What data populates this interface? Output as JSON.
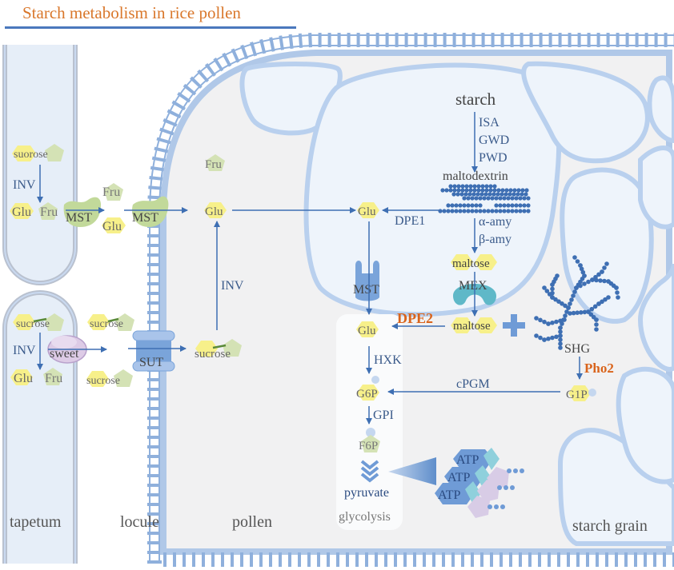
{
  "title": "Starch metabolism in rice pollen",
  "colors": {
    "title": "#d9772b",
    "accent_blue": "#3e6fb3",
    "highlight_orange": "#d9641c",
    "glucose_yellow": "#f7f08a",
    "fructose_green": "#d4e2b5",
    "membrane": "#9dbbe2",
    "cell_fill": "#f1f1f2",
    "organelle_fill": "#eef4fb"
  },
  "regions": {
    "tapetum": "tapetum",
    "locule": "locule",
    "pollen": "pollen",
    "starch_grain": "starch grain",
    "glycolysis": "glycolysis"
  },
  "tapetum": {
    "upper": {
      "sucrose": "suorose",
      "enzyme": "INV",
      "glu": "Glu",
      "fru": "Fru"
    },
    "lower": {
      "sucrose": "sucrose",
      "enzyme": "INV",
      "glu": "Glu",
      "fru": "Fru"
    }
  },
  "transporters": {
    "mst_tapetum": "MST",
    "mst_pollen": "MST",
    "sweet": "sweet",
    "sut": "SUT",
    "mst_amyloplast": "MST",
    "mex": "MEX"
  },
  "locule": {
    "fru": "Fru",
    "glu": "Glu",
    "sucrose_1": "sucrose",
    "sucrose_2": "sucrose"
  },
  "pollen": {
    "fru": "Fru",
    "glu": "Glu",
    "inv": "INV",
    "sucrose": "sucrose"
  },
  "amyloplast": {
    "starch": "starch",
    "enzymes_1": [
      "ISA",
      "GWD",
      "PWD"
    ],
    "maltodextrin": "maltodextrin",
    "dpe1": "DPE1",
    "glu": "Glu",
    "enzymes_2": [
      "α-amy",
      "β-amy"
    ],
    "maltose": "maltose"
  },
  "cytosol": {
    "maltose": "maltose",
    "dpe2": "DPE2",
    "shg": "SHG",
    "pho2": "Pho2",
    "g1p": "G1P",
    "cpgm": "cPGM"
  },
  "glycolysis": {
    "glu": "Glu",
    "hxk": "HXK",
    "g6p": "G6P",
    "gpi": "GPI",
    "f6p": "F6P",
    "pyruvate": "pyruvate",
    "atp": [
      "ATP",
      "ATP",
      "ATP"
    ]
  }
}
